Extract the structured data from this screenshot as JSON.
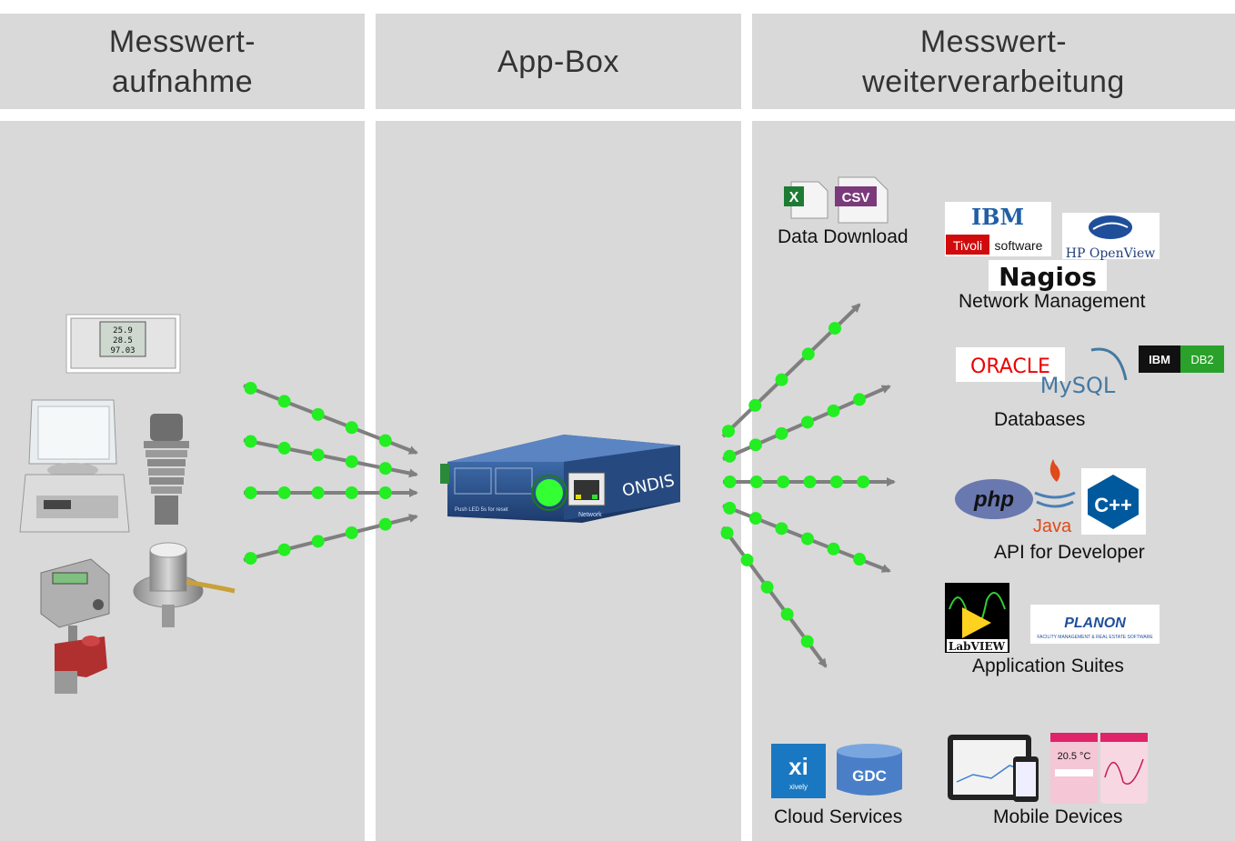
{
  "columns": {
    "left": {
      "line1": "Messwert-",
      "line2": "aufnahme"
    },
    "middle": {
      "title": "App-Box"
    },
    "right": {
      "line1": "Messwert-",
      "line2": "weiterverarbeitung"
    }
  },
  "outputs": {
    "data_download": "Data Download",
    "network_management": "Network Management",
    "databases": "Databases",
    "api": "API for Developer",
    "application_suites": "Application Suites",
    "cloud_services": "Cloud Services",
    "mobile_devices": "Mobile Devices"
  },
  "logos": {
    "csv": "CSV",
    "ibm": "IBM",
    "tivoli": "Tivoli",
    "software": "software",
    "hp_openview": "HP OpenView",
    "nagios": "Nagios",
    "oracle": "ORACLE",
    "mysql": "MySQL",
    "ibm_db2_ibm": "IBM",
    "ibm_db2_db2": "DB2",
    "php": "php",
    "java": "Java",
    "cpp": "C++",
    "labview": "LabVIEW",
    "planon": "PLANON",
    "planon_sub": "FACILITY MANAGEMENT & REAL ESTATE SOFTWARE",
    "xively": "xi",
    "xively_sub": "xively",
    "gdc": "GDC",
    "temp_reading": "20.5 °C"
  },
  "device": {
    "brand": "ONDIS",
    "network_label": "Network",
    "reset_label": "Push LED 5s for reset"
  },
  "logger_display": {
    "line1": "25.9",
    "line2": "28.5",
    "line3": "97.03"
  },
  "colors": {
    "panel": "#d9d9d9",
    "dot": "#22ee22",
    "arrow": "#7f7f7f",
    "device_blue": "#2a4f8a",
    "led": "#33ff33"
  }
}
